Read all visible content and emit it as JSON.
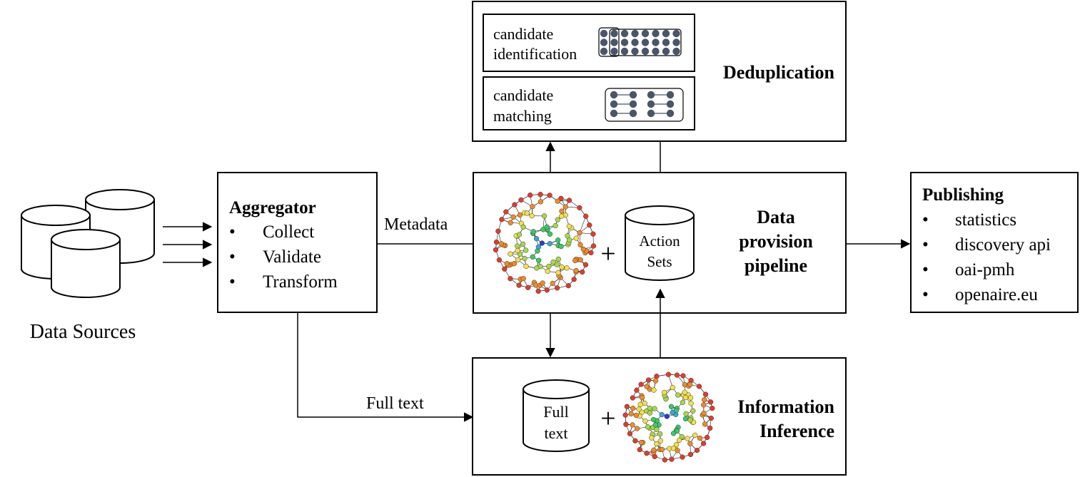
{
  "data_sources": {
    "label": "Data Sources"
  },
  "aggregator": {
    "title": "Aggregator",
    "items": [
      "Collect",
      "Validate",
      "Transform"
    ]
  },
  "edges": {
    "metadata": "Metadata",
    "full_text": "Full text"
  },
  "deduplication": {
    "title": "Deduplication",
    "identification": {
      "line1": "candidate",
      "line2": "identification"
    },
    "matching": {
      "line1": "candidate",
      "line2": "matching"
    }
  },
  "pipeline": {
    "title_line1": "Data",
    "title_line2": "provision",
    "title_line3": "pipeline",
    "action_sets_line1": "Action",
    "action_sets_line2": "Sets",
    "plus": "+"
  },
  "inference": {
    "title_line1": "Information",
    "title_line2": "Inference",
    "full_text_line1": "Full",
    "full_text_line2": "text",
    "plus": "+"
  },
  "publishing": {
    "title": "Publishing",
    "items": [
      "statistics",
      "discovery api",
      "oai-pmh",
      "openaire.eu"
    ]
  },
  "bullet": "•"
}
